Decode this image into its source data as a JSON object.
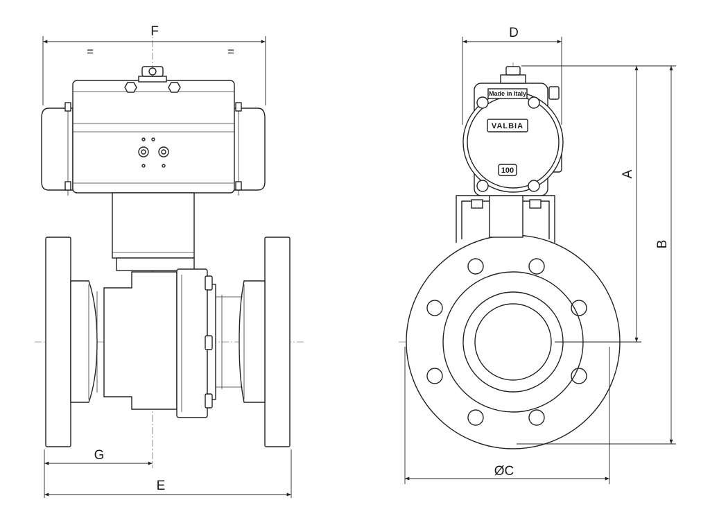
{
  "dimensions": {
    "F": "F",
    "D": "D",
    "A": "A",
    "B": "B",
    "C": "ØC",
    "E": "E",
    "G": "G",
    "equal_left": "=",
    "equal_right": "="
  },
  "nameplate": {
    "made_in": "Made in Italy",
    "brand": "VALBIA",
    "size": "100"
  },
  "colors": {
    "line": "#222222",
    "background": "#ffffff"
  }
}
